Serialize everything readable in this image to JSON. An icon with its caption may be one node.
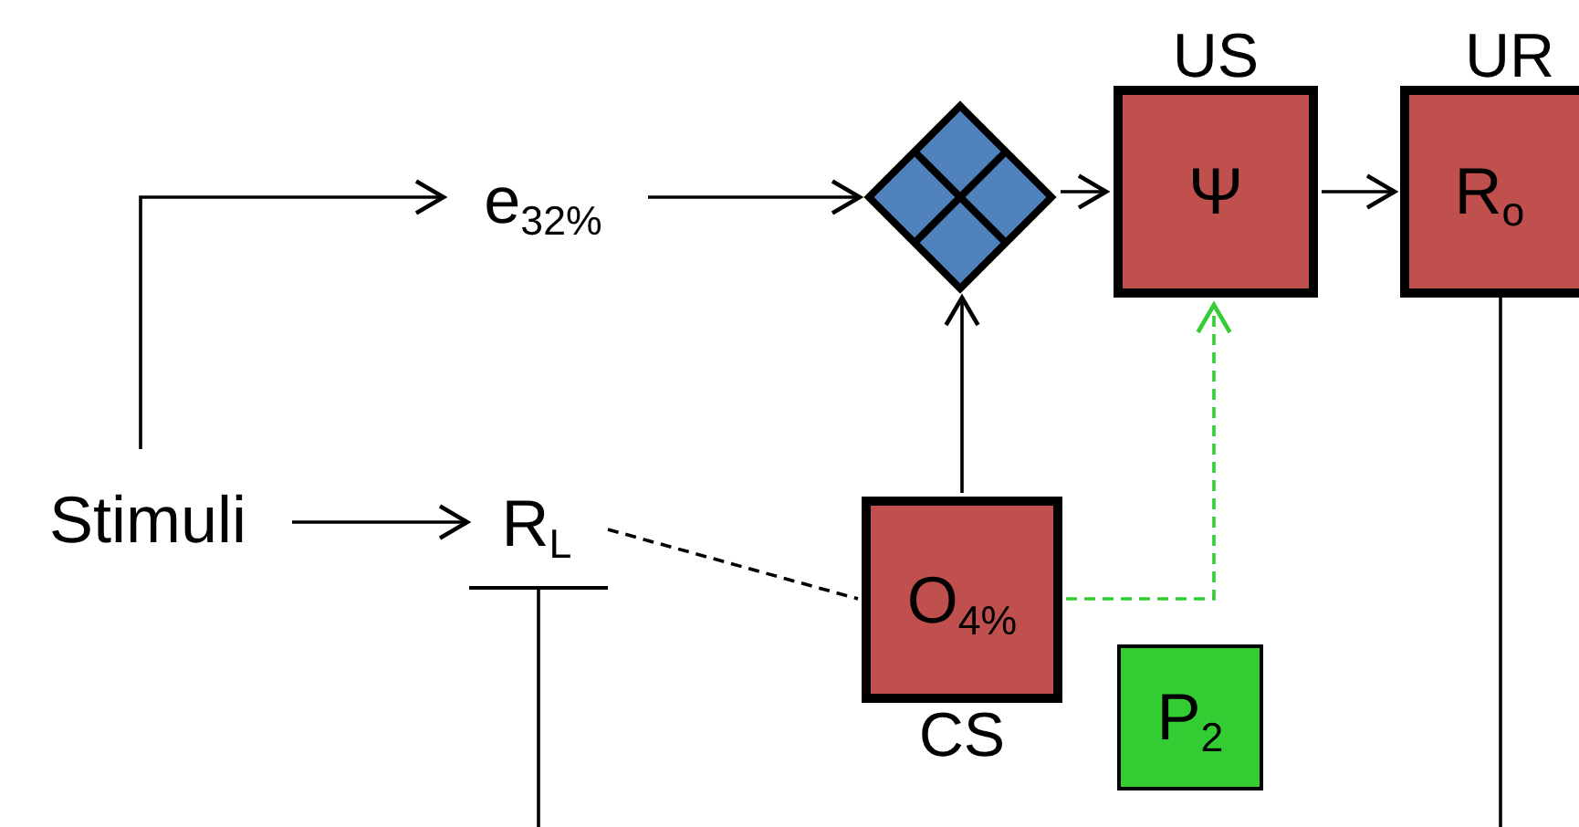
{
  "diagram": {
    "nodes": [
      {
        "text": [
          "Stimuli"
        ]
      },
      {
        "text": [
          "e$_{32%}$"
        ]
      },
      {
        "text": [
          "R$_{L}$"
        ]
      },
      {
        "text": [],
        "shape": "diamond"
      },
      {
        "text": [
          "Ψ"
        ],
        "beside": [
          "US"
        ]
      },
      {
        "text": [
          "R$_{o}$"
        ],
        "beside": [
          "UR"
        ]
      },
      {
        "text": [
          "O$_{4%}$"
        ],
        "beside": [
          "CS"
        ]
      },
      {
        "text": [
          "P$_{2}$"
        ]
      }
    ],
    "edges": [
      {
        "from": 0,
        "to": 1,
        "arrow": "to"
      },
      {
        "from": 0,
        "to": 2,
        "arrow": "to"
      },
      {
        "from": 1,
        "to": 3,
        "arrow": "to"
      },
      {
        "from": 3,
        "to": 4,
        "arrow": "to"
      },
      {
        "from": 4,
        "to": 5,
        "arrow": "to"
      },
      {
        "from": 6,
        "to": 3,
        "arrow": "to"
      },
      {
        "from": 2,
        "to": 6,
        "arrow": "none",
        "style": "dashed"
      },
      {
        "from": 6,
        "to": 4,
        "arrow": "to",
        "style": "dashed",
        "color": "#33cc33"
      },
      {
        "from": 5,
        "to": null,
        "arrow": "none"
      },
      {
        "from": 2,
        "to": null,
        "arrow": "other"
      }
    ]
  }
}
